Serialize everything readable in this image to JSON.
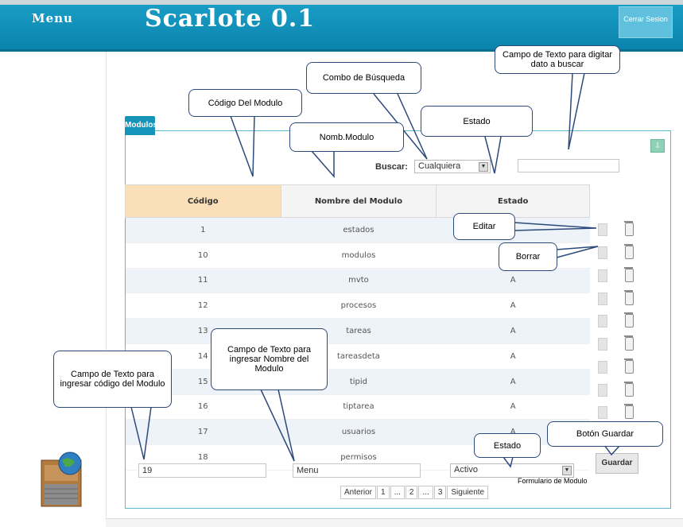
{
  "header": {
    "menu_label": "Menu",
    "app_title": "Scarlote 0.1",
    "logout_label": "Cerrar Sesion",
    "brand_color": "#1593b8"
  },
  "panel": {
    "tab_label": "Modulos",
    "toggle_symbol": "⇩",
    "search_label": "Buscar:",
    "search_combo_value": "Cualquiera",
    "search_text_value": ""
  },
  "table": {
    "columns": [
      "Código",
      "Nombre del Modulo",
      "Estado"
    ],
    "rows": [
      {
        "codigo": "1",
        "nombre": "estados",
        "estado": ""
      },
      {
        "codigo": "10",
        "nombre": "modulos",
        "estado": ""
      },
      {
        "codigo": "11",
        "nombre": "mvto",
        "estado": "A"
      },
      {
        "codigo": "12",
        "nombre": "procesos",
        "estado": "A"
      },
      {
        "codigo": "13",
        "nombre": "tareas",
        "estado": "A"
      },
      {
        "codigo": "14",
        "nombre": "tareasdeta",
        "estado": "A"
      },
      {
        "codigo": "15",
        "nombre": "tipid",
        "estado": "A"
      },
      {
        "codigo": "16",
        "nombre": "tiptarea",
        "estado": "A"
      },
      {
        "codigo": "17",
        "nombre": "usuarios",
        "estado": "A"
      },
      {
        "codigo": "18",
        "nombre": "permisos",
        "estado": ""
      }
    ]
  },
  "form": {
    "codigo_value": "19",
    "nombre_value": "Menu",
    "estado_value": "Activo",
    "save_label": "Guardar",
    "caption": "Formulario de Modulo"
  },
  "pager": {
    "prev": "Anterior",
    "pages": [
      "1",
      "...",
      "2",
      "...",
      "3"
    ],
    "next": "Siguiente"
  },
  "callouts": {
    "combo_busqueda": "Combo de Búsqueda",
    "campo_buscar": "Campo de Texto para digitar dato a buscar",
    "codigo_modulo": "Código Del Modulo",
    "nomb_modulo": "Nomb.Modulo",
    "estado_top": "Estado",
    "editar": "Editar",
    "borrar": "Borrar",
    "campo_nombre": "Campo de Texto para ingresar Nombre del Modulo",
    "campo_codigo": "Campo de Texto para ingresar código del Modulo",
    "estado_bottom": "Estado",
    "boton_guardar": "Botón Guardar"
  }
}
